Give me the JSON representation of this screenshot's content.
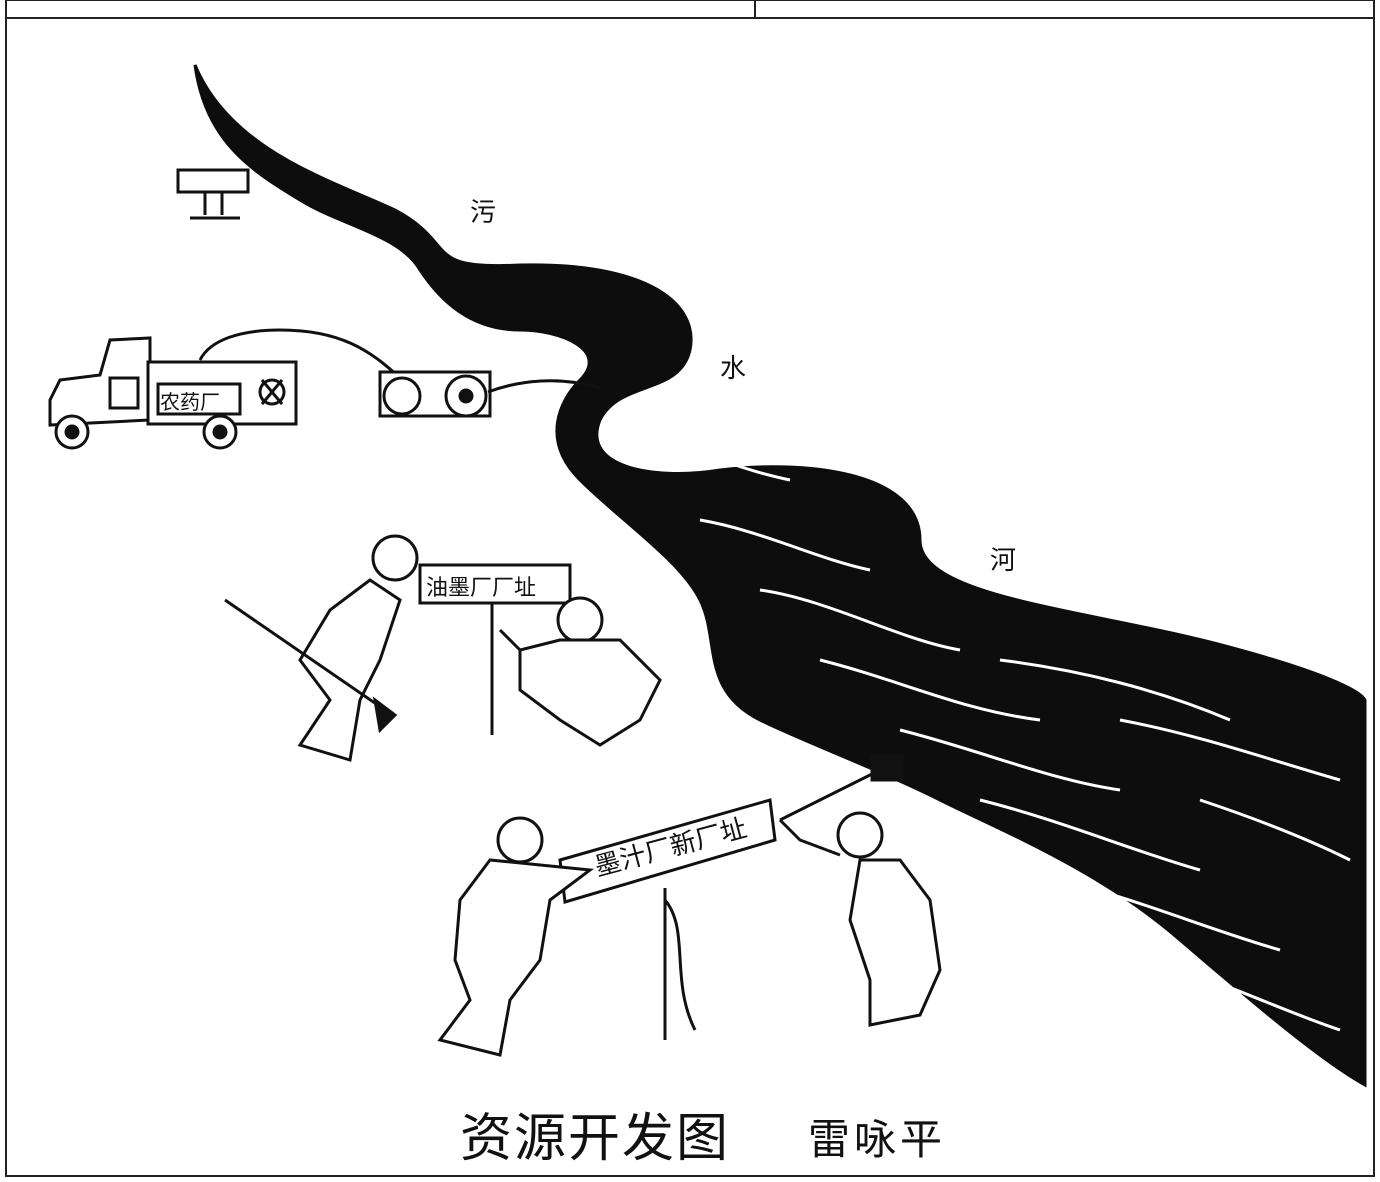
{
  "caption": {
    "title": "资源开发图",
    "author": "雷咏平"
  },
  "river_label": [
    "污",
    "水",
    "河"
  ],
  "signs": {
    "truck": "农药厂",
    "old_site": "油墨厂厂址",
    "new_site": "墨汁厂新厂址"
  },
  "colors": {
    "ink": "#111111",
    "paper": "#ffffff"
  }
}
